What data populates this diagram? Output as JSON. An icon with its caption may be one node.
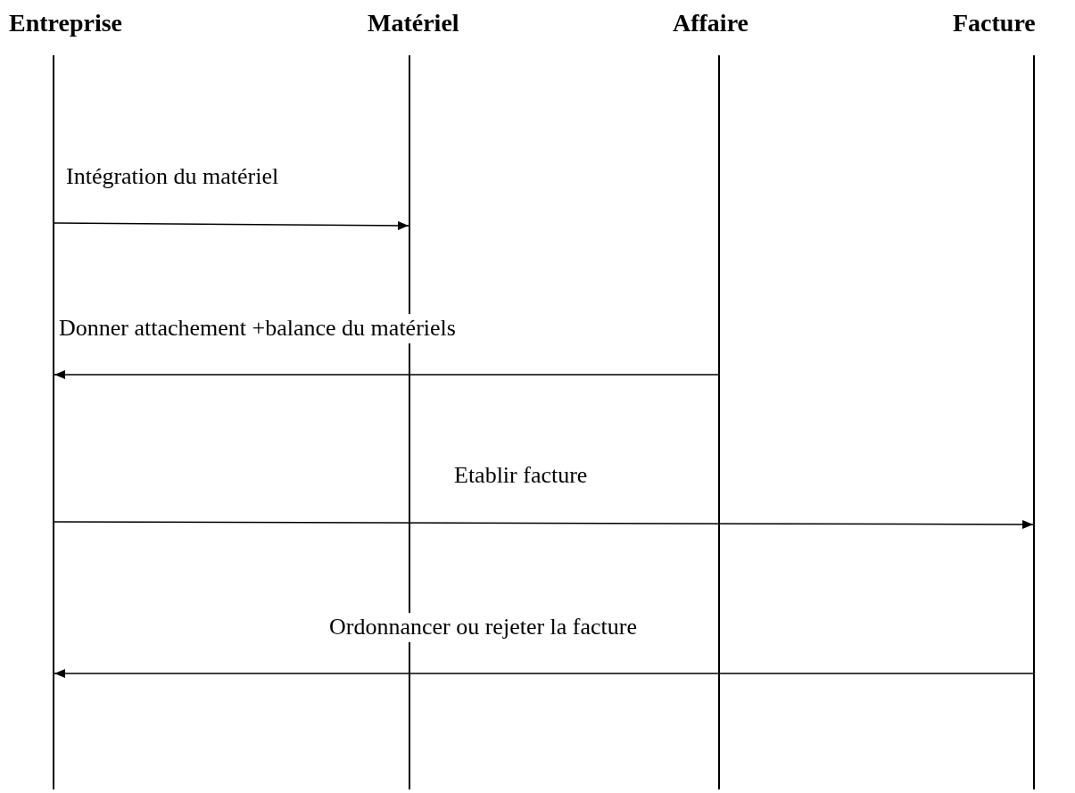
{
  "diagram": {
    "nodes": [
      {
        "text": [],
        "shape": "line",
        "beside": [
          "Entreprise"
        ]
      },
      {
        "text": [],
        "shape": "line",
        "beside": [
          "Matériel"
        ]
      },
      {
        "text": [],
        "shape": "line",
        "beside": [
          "Affaire"
        ]
      },
      {
        "text": [],
        "shape": "line",
        "beside": [
          "Facture"
        ]
      }
    ],
    "edges": [
      {
        "from": 0,
        "to": 1,
        "arrow": "to",
        "label": "Intégration du matériel"
      },
      {
        "from": 2,
        "to": 0,
        "arrow": "to",
        "label": "Donner attachement +balance du matériels"
      },
      {
        "from": 0,
        "to": 3,
        "arrow": "to",
        "label": "Etablir facture"
      },
      {
        "from": 3,
        "to": 0,
        "arrow": "to",
        "label": "Ordonnancer ou rejeter la facture"
      }
    ]
  }
}
